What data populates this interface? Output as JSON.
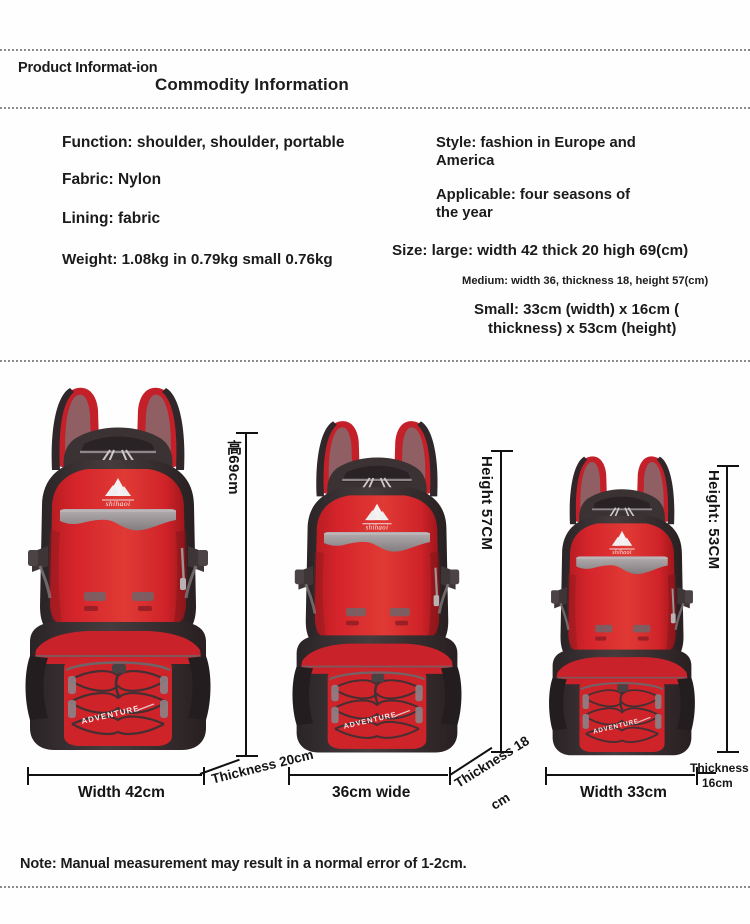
{
  "header": {
    "small_label": "Product Informat-ion",
    "title": "Commodity Information"
  },
  "specs": {
    "left": [
      {
        "key": "function",
        "text": "Function: shoulder, shoulder, portable"
      },
      {
        "key": "fabric",
        "text": "Fabric: Nylon"
      },
      {
        "key": "lining",
        "text": "Lining: fabric"
      },
      {
        "key": "weight",
        "text": "Weight: 1.08kg in 0.79kg small 0.76kg"
      }
    ],
    "right": [
      {
        "key": "style",
        "text": "Style: fashion in Europe and America"
      },
      {
        "key": "applicable",
        "text": "Applicable: four seasons of the year"
      },
      {
        "key": "size_large",
        "text": "Size: large: width 42 thick 20 high 69(cm)"
      },
      {
        "key": "size_medium",
        "text": "Medium: width 36, thickness 18, height 57(cm)"
      },
      {
        "key": "size_small_l1",
        "text": "Small: 33cm (width) x 16cm ("
      },
      {
        "key": "size_small_l2",
        "text": "thickness) x 53cm (height)"
      }
    ]
  },
  "products": [
    {
      "name": "large-backpack",
      "height_label": "高69cm",
      "width_label": "Width 42cm",
      "thickness_label": "Thickness 20cm",
      "brand_text": "ADVENTURE"
    },
    {
      "name": "medium-backpack",
      "height_label": "Height 57CM",
      "width_label": "36cm wide",
      "thickness_label_line1": "Thickness 18",
      "thickness_label_line2": "cm",
      "brand_text": "ADVENTURE"
    },
    {
      "name": "small-backpack",
      "height_label": "Height: 53CM",
      "width_label": "Width 33cm",
      "thickness_label_line1": "Thickness",
      "thickness_label_line2": "16cm",
      "brand_text": "ADVENTURE"
    }
  ],
  "note": "Note: Manual measurement may result in a normal error of 1-2cm.",
  "colors": {
    "bag_red": "#d5242b",
    "bag_red_dark": "#a8171d",
    "bag_red_light": "#e8453f",
    "bag_charcoal": "#3a3335",
    "bag_charcoal_light": "#55494b",
    "reflective_gray": "#9a9497",
    "rule": "#8d8a8a",
    "text": "#1b1b1b"
  }
}
